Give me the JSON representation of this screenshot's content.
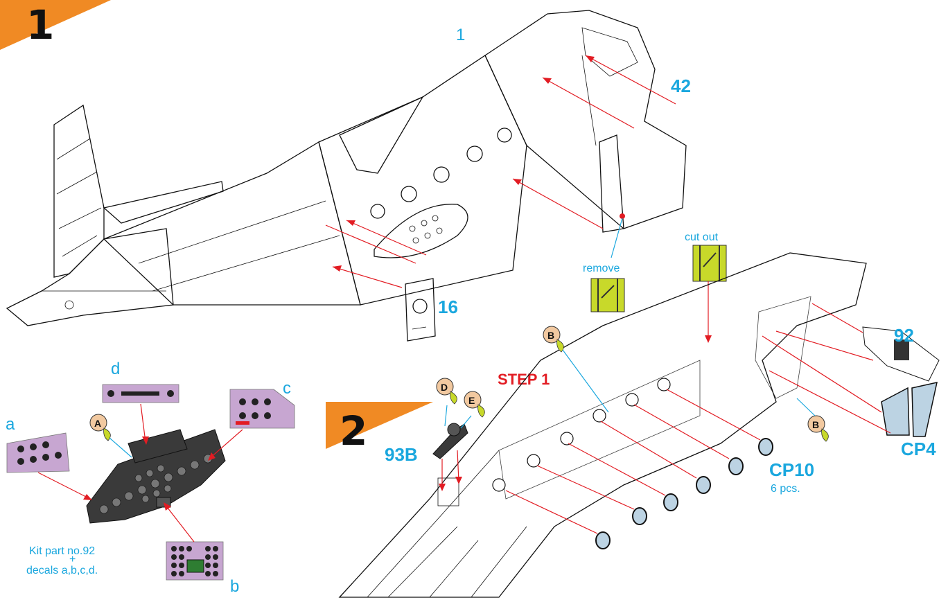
{
  "steps": {
    "step1_number": "1",
    "step2_number": "2",
    "step_label": "STEP 1"
  },
  "parts": {
    "p1": "1",
    "p42": "42",
    "p16": "16",
    "p92": "92",
    "p93b": "93B",
    "cp4": "CP4",
    "cp10": "CP10",
    "cp10_qty": "6 pcs."
  },
  "decals": {
    "a": "a",
    "b": "b",
    "c": "c",
    "d": "d"
  },
  "callouts": {
    "A": "A",
    "B": "B",
    "D": "D",
    "E": "E"
  },
  "instructions": {
    "remove": "remove",
    "cut_out": "cut out",
    "kit_note_line1": "Kit part no.92",
    "kit_note_plus": "+",
    "kit_note_line2": "decals a,b,c,d."
  },
  "colors": {
    "accent_cyan": "#1aa7de",
    "step_orange": "#f08a24",
    "arrow_red": "#e21c23",
    "mark_green": "#c8d92a",
    "decal_purple": "#c7a6d1",
    "glass_blue": "#bcd3e3"
  }
}
